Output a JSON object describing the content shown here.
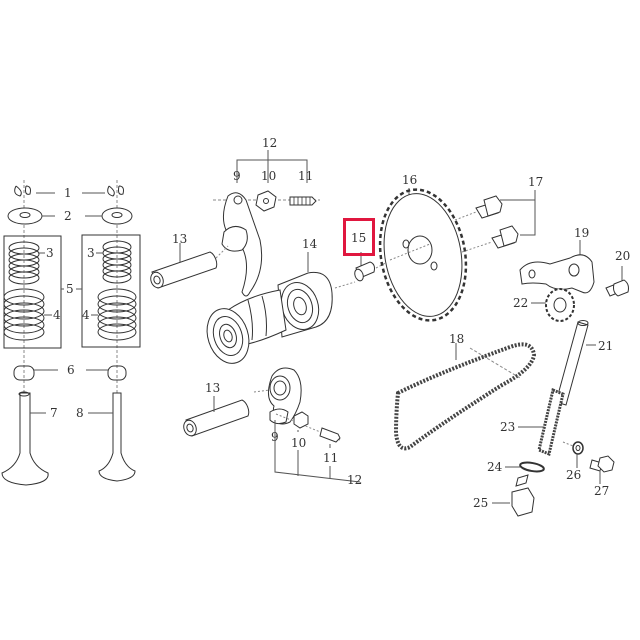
{
  "diagram": {
    "type": "exploded-parts-diagram",
    "subject": "engine camshaft / valve train assembly",
    "highlight": {
      "part": "15",
      "color": "#e0173f"
    },
    "parts": [
      {
        "id": "1",
        "label": "1",
        "desc": "valve cotter"
      },
      {
        "id": "2",
        "label": "2",
        "desc": "valve spring retainer"
      },
      {
        "id": "3",
        "label": "3",
        "desc": "inner valve spring"
      },
      {
        "id": "4",
        "label": "4",
        "desc": "outer valve spring"
      },
      {
        "id": "5",
        "label": "5",
        "desc": "valve spring set"
      },
      {
        "id": "6",
        "label": "6",
        "desc": "valve stem seal"
      },
      {
        "id": "7",
        "label": "7",
        "desc": "intake valve"
      },
      {
        "id": "8",
        "label": "8",
        "desc": "exhaust valve"
      },
      {
        "id": "9",
        "label": "9",
        "desc": "rocker arm"
      },
      {
        "id": "10",
        "label": "10",
        "desc": "lock nut"
      },
      {
        "id": "11",
        "label": "11",
        "desc": "adjusting screw"
      },
      {
        "id": "12",
        "label": "12",
        "desc": "rocker arm assembly"
      },
      {
        "id": "13",
        "label": "13",
        "desc": "rocker arm shaft"
      },
      {
        "id": "14",
        "label": "14",
        "desc": "camshaft"
      },
      {
        "id": "15",
        "label": "15",
        "desc": "dowel pin"
      },
      {
        "id": "16",
        "label": "16",
        "desc": "cam sprocket"
      },
      {
        "id": "17",
        "label": "17",
        "desc": "sprocket bolts"
      },
      {
        "id": "18",
        "label": "18",
        "desc": "cam chain"
      },
      {
        "id": "19",
        "label": "19",
        "desc": "tensioner arm"
      },
      {
        "id": "20",
        "label": "20",
        "desc": "pivot bolt"
      },
      {
        "id": "21",
        "label": "21",
        "desc": "tensioner push rod"
      },
      {
        "id": "22",
        "label": "22",
        "desc": "tensioner roller"
      },
      {
        "id": "23",
        "label": "23",
        "desc": "tensioner spring"
      },
      {
        "id": "24",
        "label": "24",
        "desc": "sealing washer"
      },
      {
        "id": "25",
        "label": "25",
        "desc": "tensioner plug"
      },
      {
        "id": "26",
        "label": "26",
        "desc": "washer"
      },
      {
        "id": "27",
        "label": "27",
        "desc": "bolt"
      }
    ]
  },
  "labels": {
    "l1": "1",
    "l2": "2",
    "l3a": "3",
    "l3b": "3",
    "l4a": "4",
    "l4b": "4",
    "l5": "5",
    "l6": "6",
    "l7": "7",
    "l8": "8",
    "l9a": "9",
    "l10a": "10",
    "l11a": "11",
    "l12a": "12",
    "l9b": "9",
    "l10b": "10",
    "l11b": "11",
    "l12b": "12",
    "l13a": "13",
    "l13b": "13",
    "l14": "14",
    "l15": "15",
    "l16": "16",
    "l17": "17",
    "l18": "18",
    "l19": "19",
    "l20": "20",
    "l21": "21",
    "l22": "22",
    "l23": "23",
    "l24": "24",
    "l25": "25",
    "l26": "26",
    "l27": "27"
  }
}
